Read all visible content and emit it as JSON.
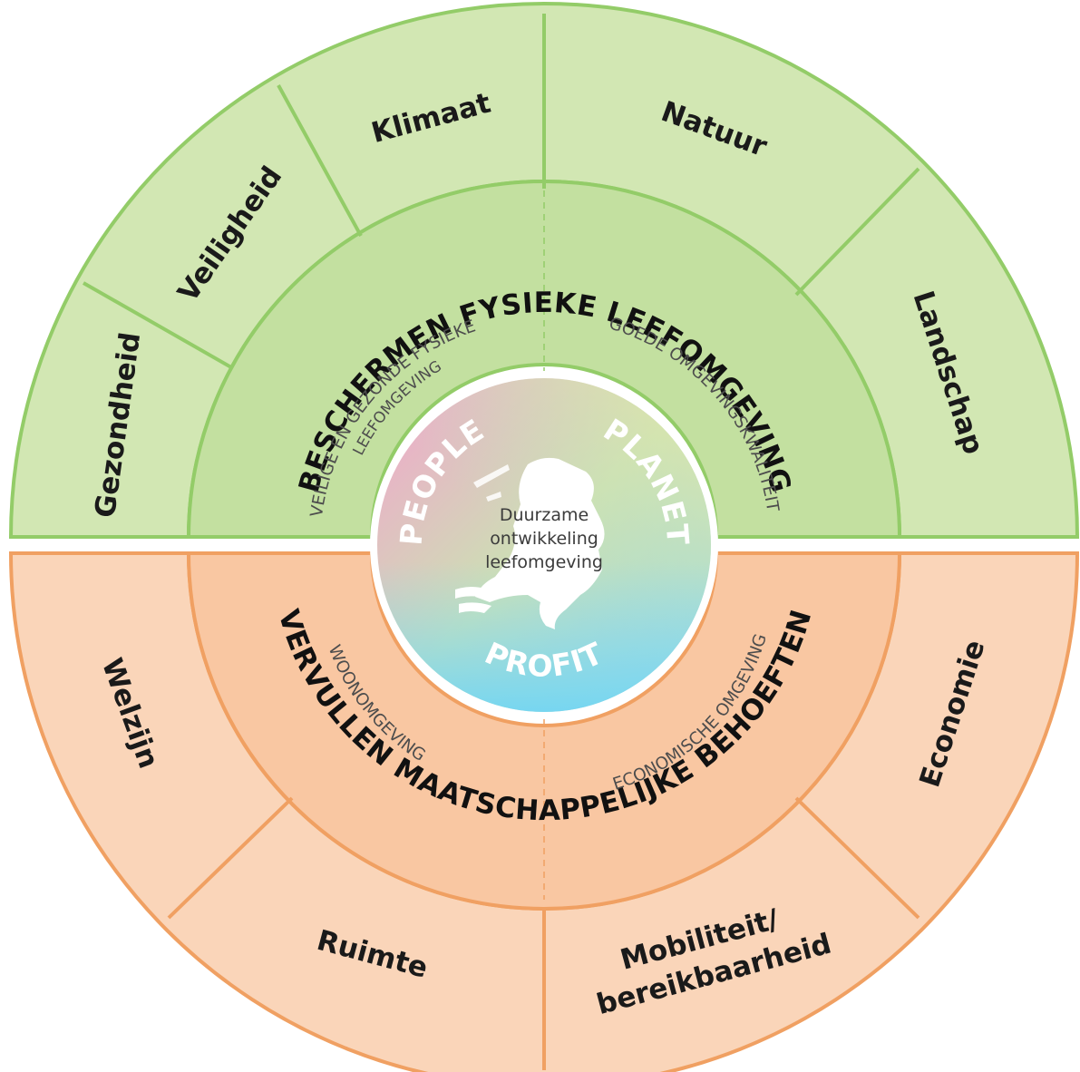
{
  "center": {
    "lines": [
      "Duurzame",
      "ontwikkeling",
      "leefomgeving"
    ],
    "people": "PEOPLE",
    "planet": "PLANET",
    "profit": "PROFIT"
  },
  "top_half": {
    "ring_title": "BESCHERMEN FYSIEKE LEEFOMGEVING",
    "sub_left": [
      "VEILIGE EN GEZONDE FYSIEKE",
      "LEEFOMGEVING"
    ],
    "sub_right": "GOEDE OMGEVINGSKWALITEIT",
    "segments": [
      "Gezondheid",
      "Veiligheid",
      "Klimaat",
      "Natuur",
      "Landschap"
    ]
  },
  "bottom_half": {
    "ring_title": "VERVULLEN MAATSCHAPPELIJKE BEHOEFTEN",
    "sub_left": "WOONOMGEVING",
    "sub_right": "ECONOMISCHE OMGEVING",
    "segments": [
      "Welzijn",
      "Ruimte",
      "Mobiliteit/",
      "bereikbaarheid",
      "Economie"
    ]
  },
  "colors": {
    "green_outer": "#d2e7b3",
    "green_inner": "#c3e0a0",
    "green_line": "#93cc68",
    "orange_outer": "#fad5b9",
    "orange_inner": "#f9c7a2",
    "orange_line": "#f0a062"
  }
}
